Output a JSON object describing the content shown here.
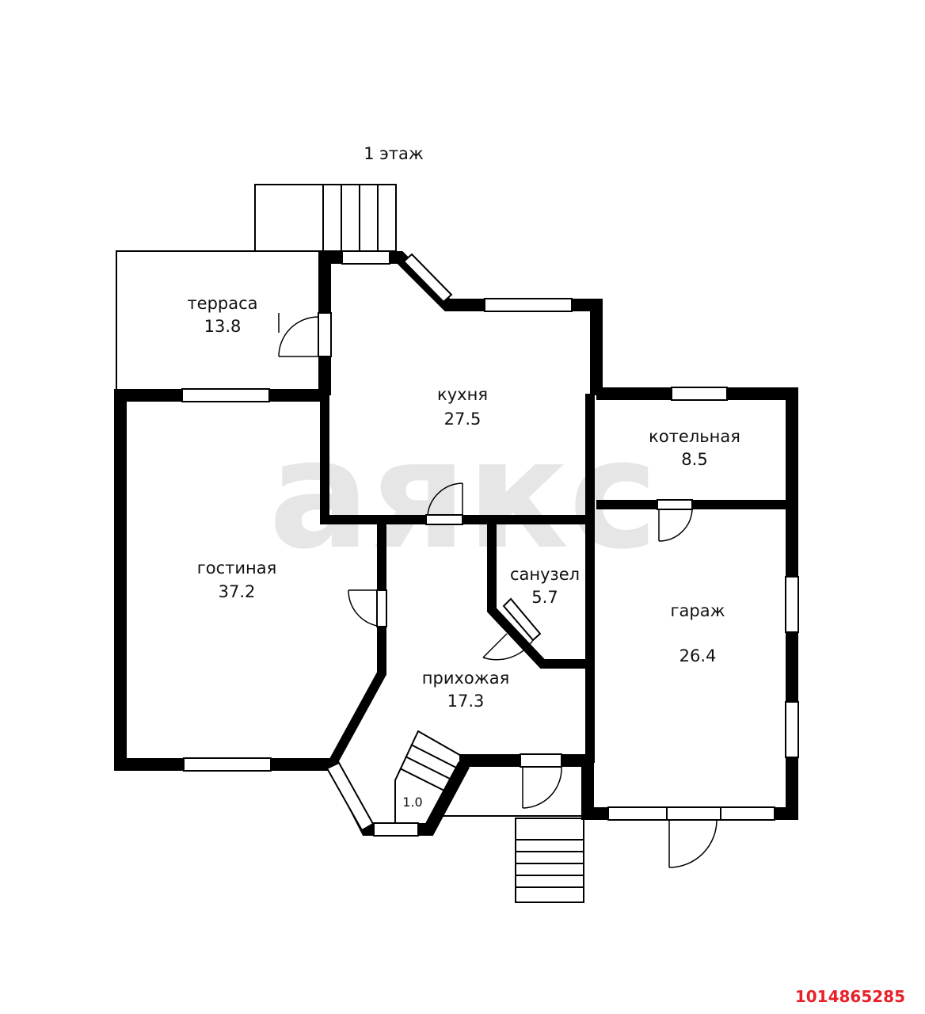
{
  "floor_title": "1 этаж",
  "watermark": "аякс",
  "listing_id": "1014865285",
  "rooms": {
    "terrace": {
      "name": "терраса",
      "area": "13.8"
    },
    "kitchen": {
      "name": "кухня",
      "area": "27.5"
    },
    "boiler": {
      "name": "котельная",
      "area": "8.5"
    },
    "living": {
      "name": "гостиная",
      "area": "37.2"
    },
    "bathroom": {
      "name": "санузел",
      "area": "5.7"
    },
    "garage": {
      "name": "гараж",
      "area": "26.4"
    },
    "hallway": {
      "name": "прихожая",
      "area": "17.3"
    },
    "vestibule": {
      "area": "1.0"
    }
  },
  "colors": {
    "wall": "#000000",
    "watermark": "#e6e6e6",
    "id": "#e8202a"
  }
}
